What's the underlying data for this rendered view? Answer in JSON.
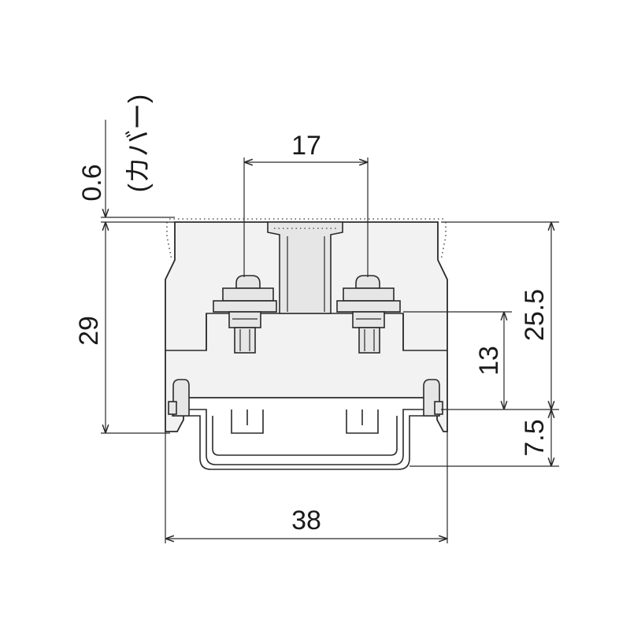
{
  "diagram": {
    "dimensions": {
      "cover_thickness": "0.6",
      "cover_label": "(カバー)",
      "screw_pitch": "17",
      "total_height": "29",
      "screw_height": "25.5",
      "terminal_height": "13",
      "rail_height": "7.5",
      "width": "38"
    }
  }
}
